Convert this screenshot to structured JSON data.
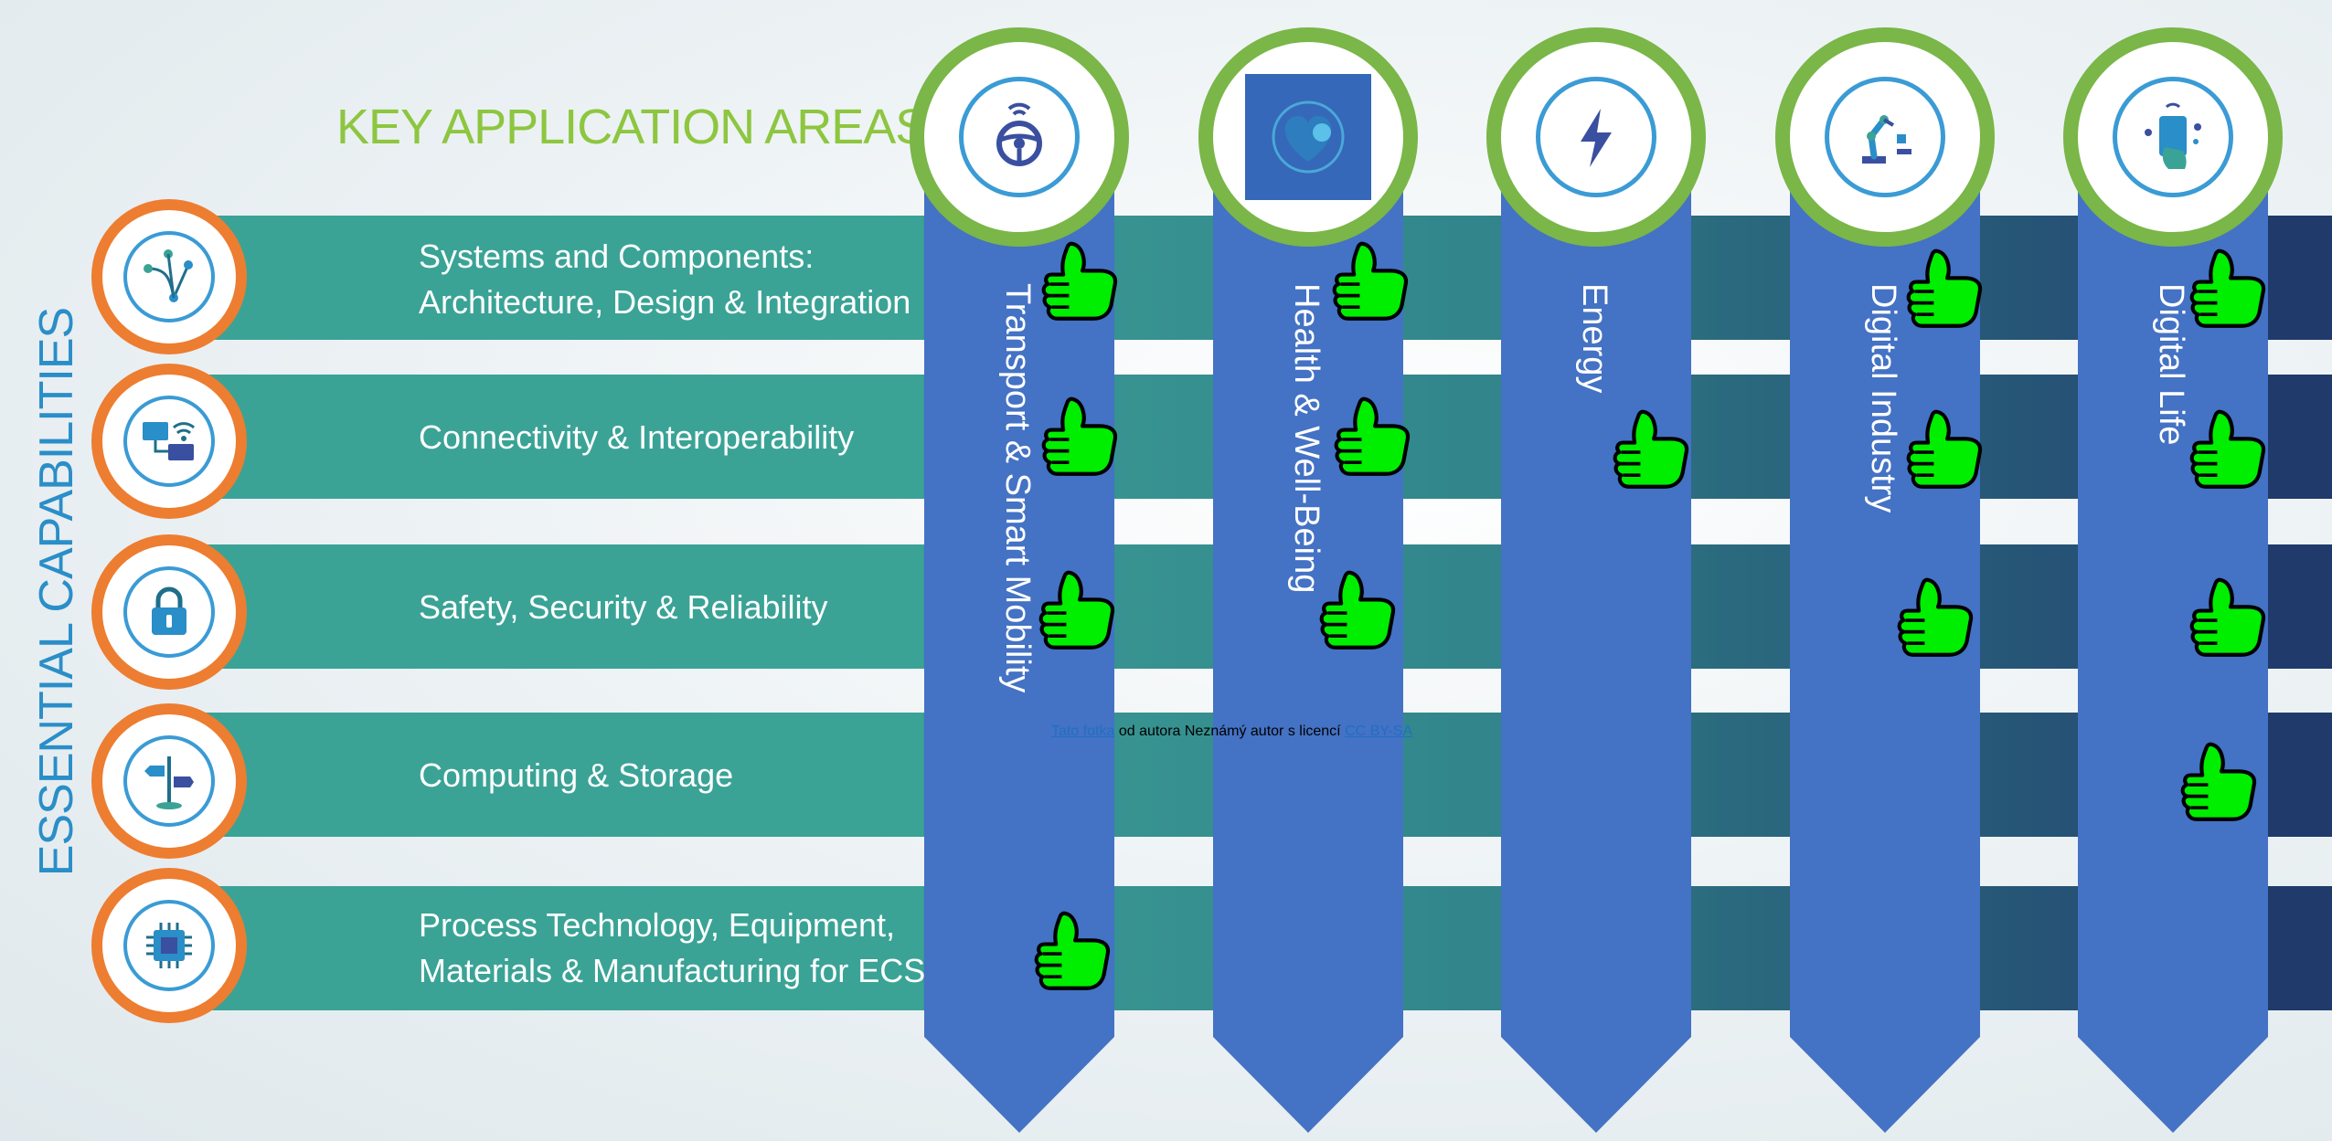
{
  "header": {
    "key_application_areas": "KEY APPLICATION AREAS",
    "arrow": ">",
    "essential_capabilities": "ESSENTIAL CAPABILITIES"
  },
  "capabilities": [
    {
      "label": "Systems and Components:\nArchitecture, Design & Integration",
      "icon": "network-nodes-icon"
    },
    {
      "label": "Connectivity & Interoperability",
      "icon": "devices-wifi-icon"
    },
    {
      "label": "Safety, Security & Reliability",
      "icon": "padlock-icon"
    },
    {
      "label": "Computing & Storage",
      "icon": "signpost-computing-icon"
    },
    {
      "label": "Process Technology, Equipment,\nMaterials & Manufacturing for ECS",
      "icon": "chip-icon"
    }
  ],
  "areas": [
    {
      "label": "Transport & Smart Mobility",
      "icon": "steering-wheel-icon"
    },
    {
      "label": "Health & Well-Being",
      "icon": "heart-photo-icon"
    },
    {
      "label": "Energy",
      "icon": "lightning-icon"
    },
    {
      "label": "Digital Industry",
      "icon": "robot-arm-icon"
    },
    {
      "label": "Digital Life",
      "icon": "tablet-hand-icon"
    }
  ],
  "endorsements": {
    "transport-smart-mobility": [
      "Systems and Components",
      "Connectivity & Interoperability",
      "Safety, Security & Reliability",
      "Process Technology, Equipment, Materials & Manufacturing for ECS"
    ],
    "health-well-being": [
      "Systems and Components",
      "Connectivity & Interoperability",
      "Safety, Security & Reliability"
    ],
    "energy": [
      "Connectivity & Interoperability"
    ],
    "digital-industry": [
      "Systems and Components",
      "Connectivity & Interoperability",
      "Safety, Security & Reliability"
    ],
    "digital-life": [
      "Systems and Components",
      "Connectivity & Interoperability",
      "Safety, Security & Reliability",
      "Computing & Storage"
    ]
  },
  "credit": {
    "link1": "Tato fotka",
    "middle": " od autora Neznámý autor s licencí ",
    "link2": "CC BY-SA"
  },
  "colors": {
    "band_teal": "#3aa396",
    "column_blue": "#4472c4",
    "navy": "#1f3a6b",
    "accent_green": "#8dc63f",
    "thumb_green": "#00ee00",
    "ring_orange": "#ed7d31",
    "icon_blue": "#3a9bd5"
  }
}
